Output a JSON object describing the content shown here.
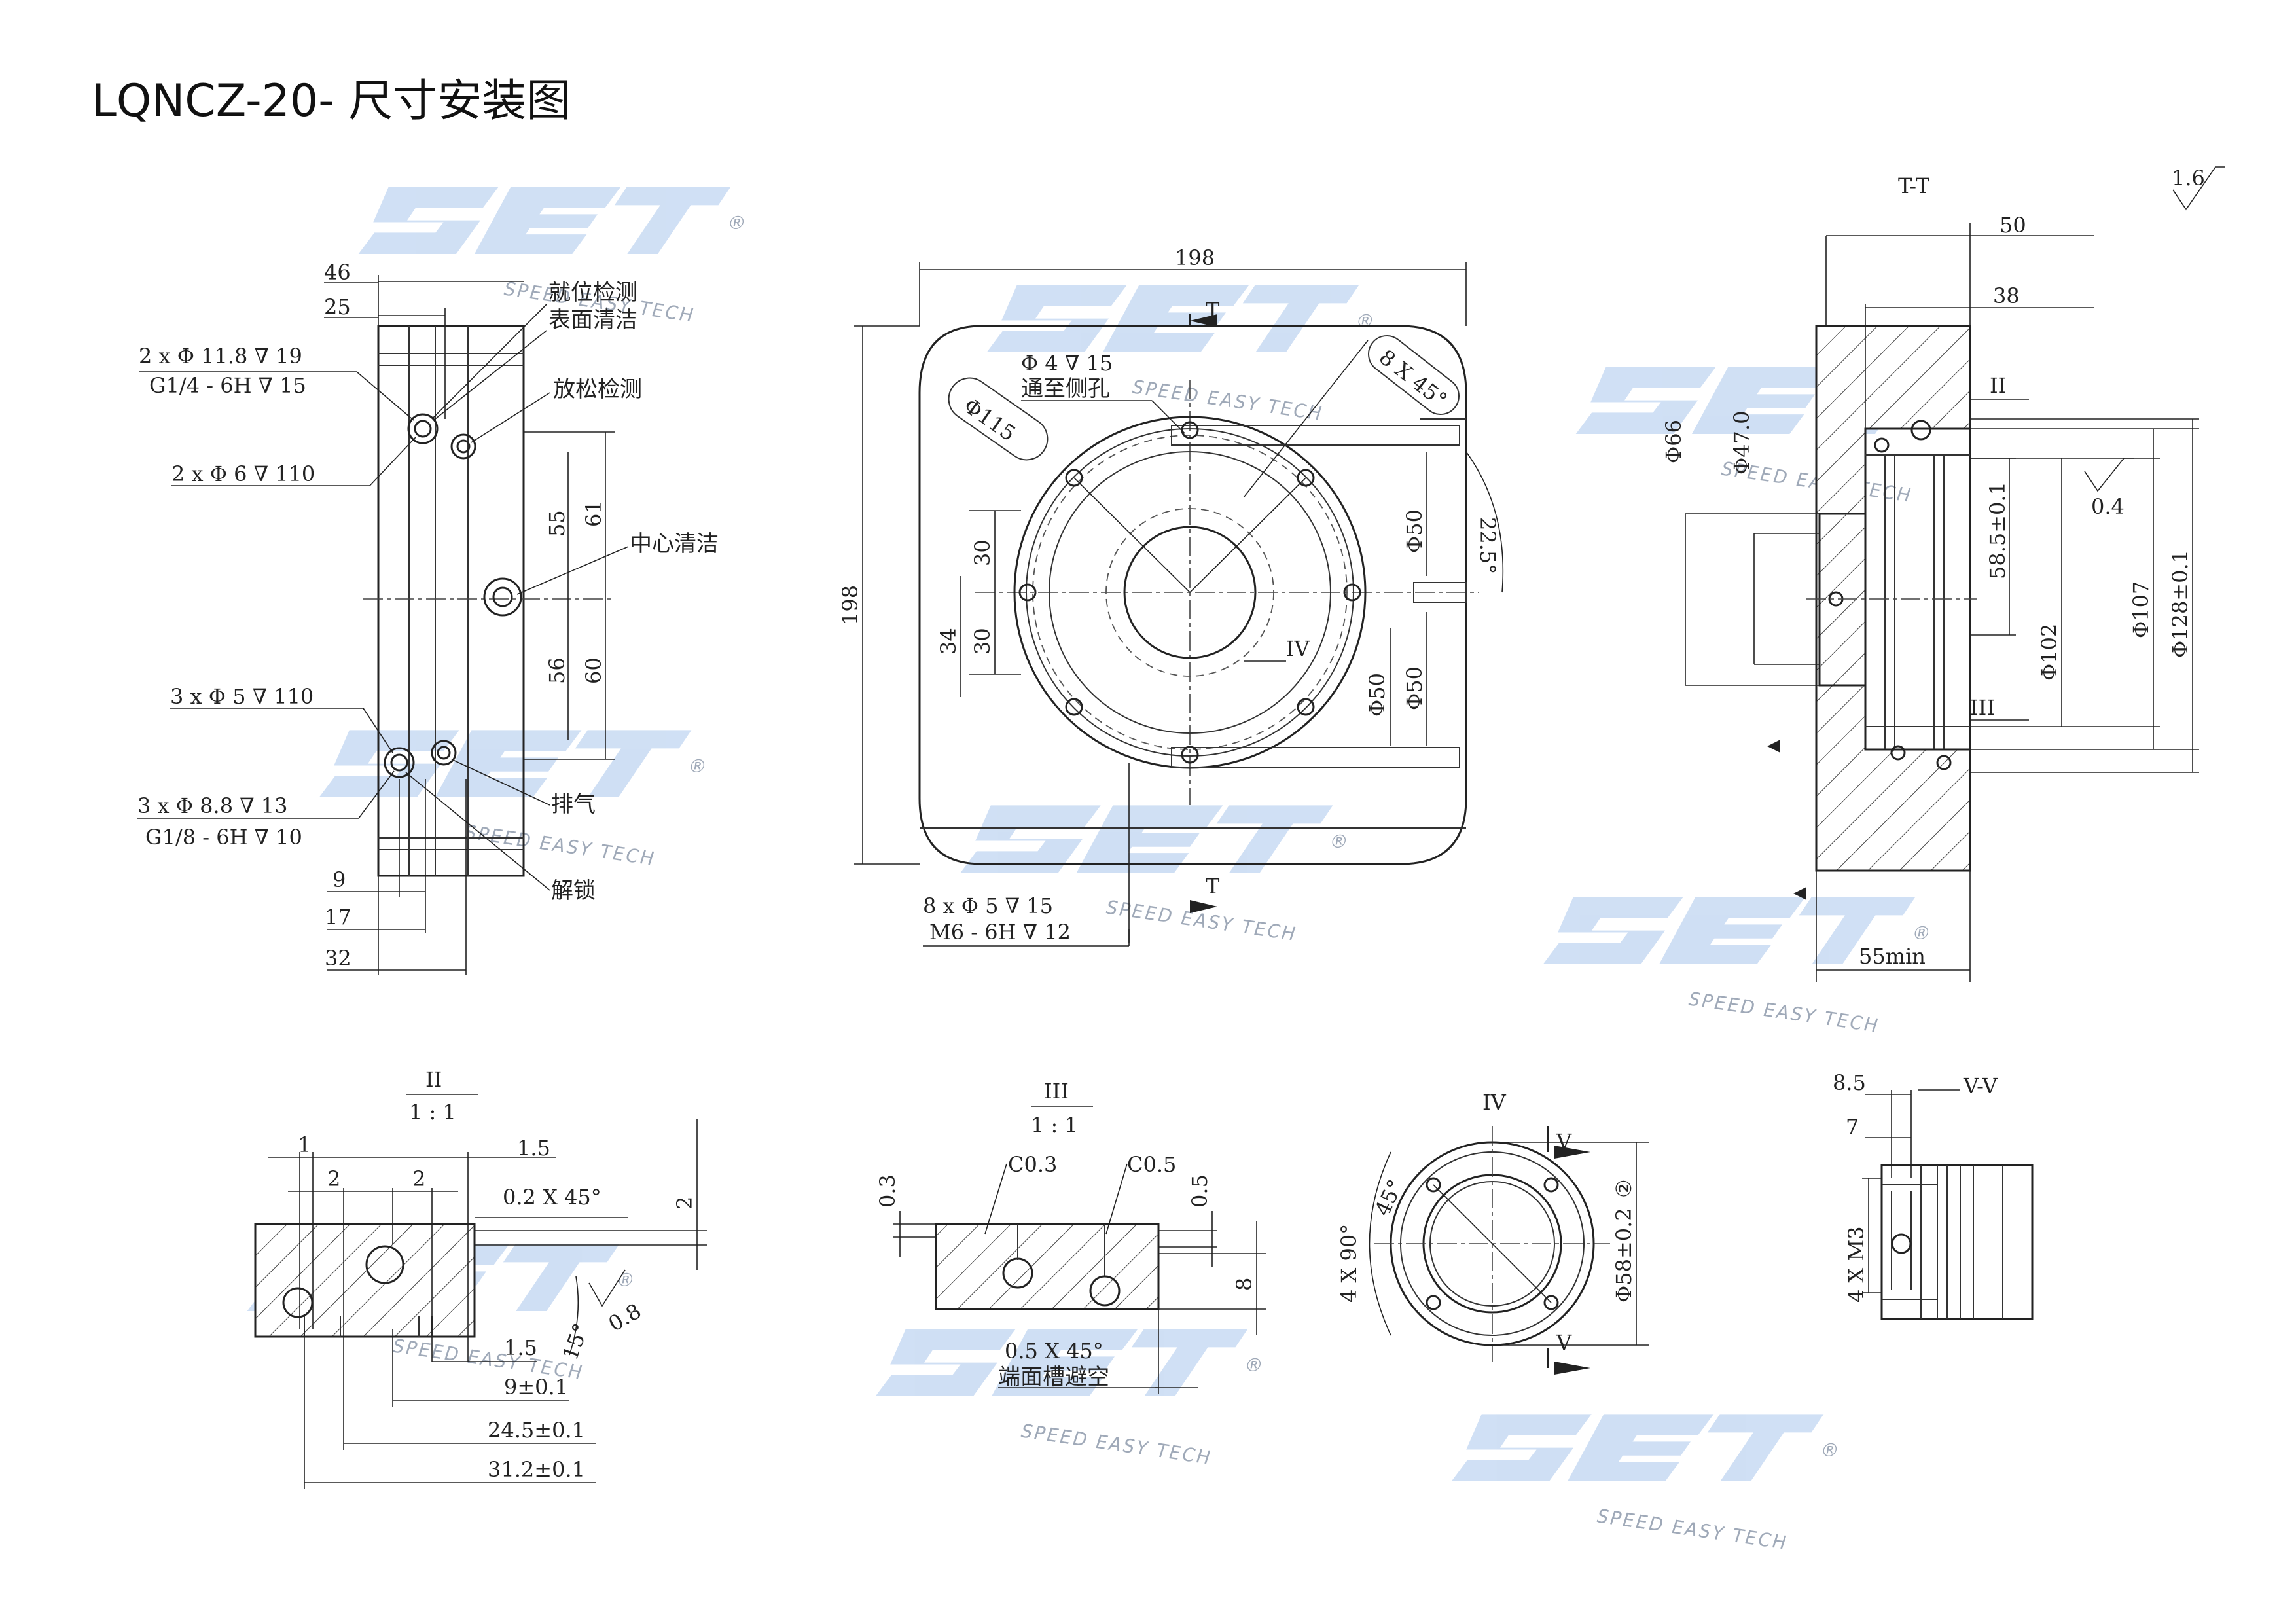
{
  "title": "LQNCZ-20- 尺寸安装图",
  "watermark": {
    "brand": "SET",
    "slogan": "SPEED EASY TECH",
    "registered": "®",
    "color": "#a9c6ec"
  },
  "left_view": {
    "dims": {
      "d46": "46",
      "d25": "25",
      "d9": "9",
      "d17": "17",
      "d32": "32",
      "d55": "55",
      "d61": "61",
      "d56": "56",
      "d60": "60"
    },
    "callouts": {
      "port_a1": "2 x Φ 11.8 ∇ 19",
      "port_a2": "G1/4 - 6H ∇ 15",
      "holes_6": "2 x Φ 6 ∇ 110",
      "holes_5": "3 x Φ 5 ∇ 110",
      "port_b1": "3 x Φ 8.8 ∇ 13",
      "port_b2": "G1/8 - 6H ∇ 10"
    },
    "labels": {
      "seat_detect": "就位检测",
      "surface_clean": "表面清洁",
      "release_detect": "放松检测",
      "center_clean": "中心清洁",
      "exhaust": "排气",
      "unlock": "解锁"
    }
  },
  "front_view": {
    "dims": {
      "width": "198",
      "height": "198",
      "d30a": "30",
      "d30b": "30",
      "d34": "34",
      "d50a": "Φ50",
      "d50b": "Φ50",
      "d50c": "Φ50",
      "angle": "22.5°"
    },
    "callouts": {
      "side_hole1": "Φ 4 ∇ 15",
      "side_hole2": "通至侧孔",
      "pcd": "Φ115",
      "chamfer_ring": "8 X 45°",
      "mount1": "8 x Φ 5 ∇ 15",
      "mount2": "M6 - 6H ∇ 12",
      "section": "T",
      "detail": "IV"
    }
  },
  "section_view": {
    "title": "T-T",
    "roughness": "1.6",
    "roughness2": "0.4",
    "dims": {
      "d50": "50",
      "d38": "38",
      "d66": "Φ66",
      "d47": "Φ47.0",
      "d58": "58.5±0.1",
      "d102": "Φ102",
      "d107": "Φ107",
      "d128": "Φ128±0.1",
      "d55": "55min"
    },
    "detail_marks": {
      "ii": "II",
      "iii": "III"
    }
  },
  "detail_ii": {
    "title": "II",
    "scale": "1 : 1",
    "dims": {
      "d1": "1",
      "d2a": "2",
      "d2b": "2",
      "d15a": "1.5",
      "chamfer": "0.2 X 45°",
      "d2v": "2",
      "d15b": "1.5",
      "d9": "9±0.1",
      "d245": "24.5±0.1",
      "d312": "31.2±0.1",
      "angle": "15°",
      "rough": "0.8"
    }
  },
  "detail_iii": {
    "title": "III",
    "scale": "1 : 1",
    "dims": {
      "d03": "0.3",
      "c03": "C0.3",
      "c05": "C0.5",
      "d05": "0.5",
      "d8": "8",
      "chamfer": "0.5 X 45°",
      "note": "端面槽避空"
    }
  },
  "detail_iv": {
    "title": "IV",
    "dims": {
      "angle90": "4 X 90°",
      "angle45": "45°",
      "d58": "Φ58±0.2",
      "circle": "②"
    },
    "section": "V"
  },
  "detail_vv": {
    "title": "V-V",
    "dims": {
      "d85": "8.5",
      "d7": "7",
      "thread": "4 X M3"
    }
  }
}
